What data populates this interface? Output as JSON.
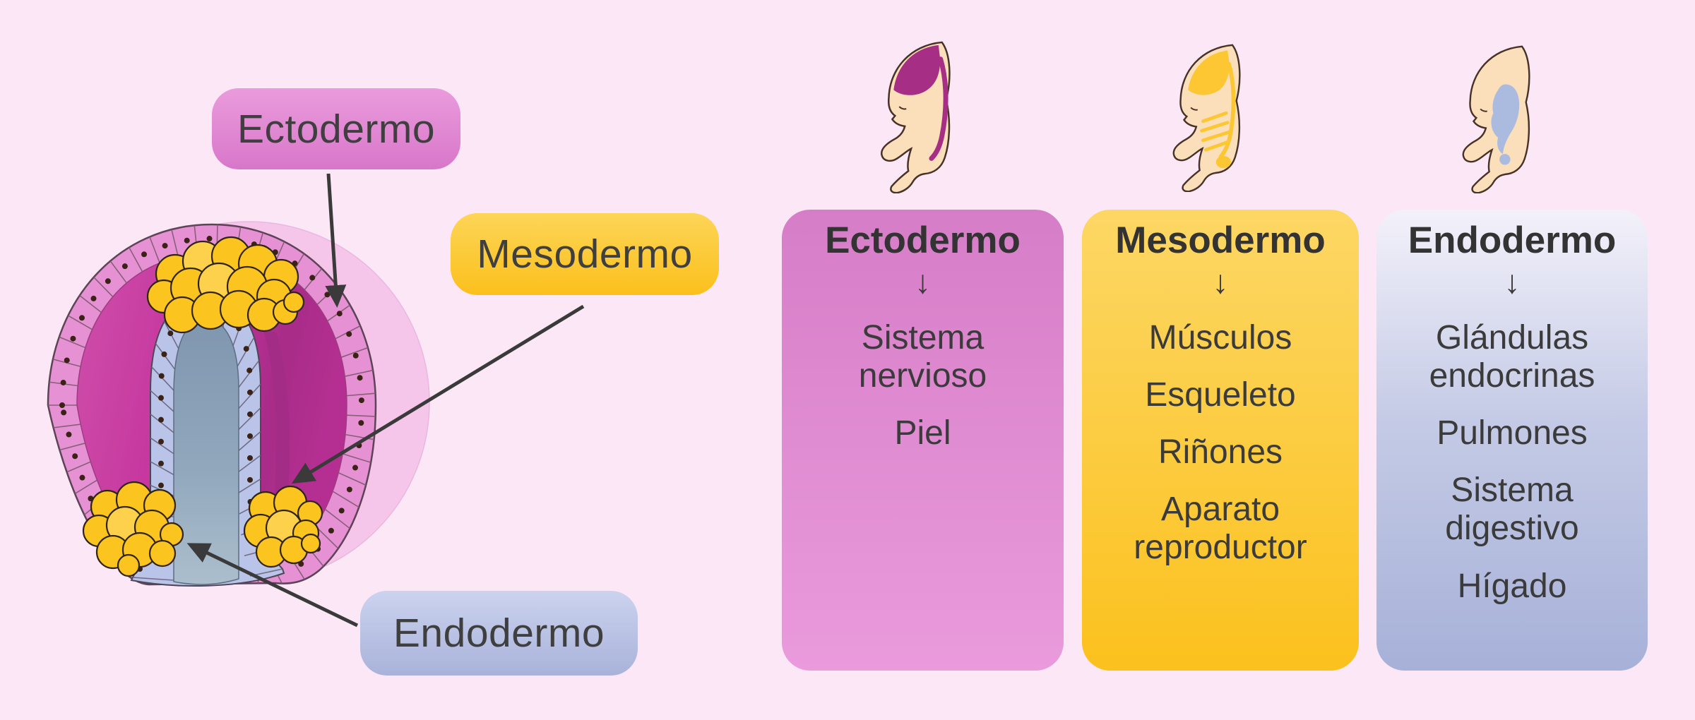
{
  "figure": {
    "background_color": "#fce7f6",
    "text_color": "#3b3b3b",
    "diagram": {
      "description_icon": "gastrula-cross-section",
      "label_chips": [
        {
          "id": "ectodermo",
          "label": "Ectodermo",
          "color": "#de85d0"
        },
        {
          "id": "mesodermo",
          "label": "Mesodermo",
          "color": "#fcc92f"
        },
        {
          "id": "endodermo",
          "label": "Endodermo",
          "color": "#b4bde2"
        }
      ],
      "layer_colors": {
        "outer_membrane": "#f1a9e0",
        "ectoderm_ring": "#e691d3",
        "blastocoel": "#c4339c",
        "mesoderm_cells": "#fcc41e",
        "endoderm_cells": "#bac4e8",
        "archenteron": "#8fa7bd",
        "nuclei": "#3a2215"
      }
    },
    "columns": [
      {
        "title": "Ectodermo",
        "arrow": "↓",
        "items": [
          "Sistema nervioso",
          "Piel"
        ],
        "card_color_top": "#d67dc8",
        "card_color_bottom": "#ea9bdc",
        "icon": "embryo-ectoderm-icon",
        "organ_color": "#a62e85"
      },
      {
        "title": "Mesodermo",
        "arrow": "↓",
        "items": [
          "Músculos",
          "Esqueleto",
          "Riñones",
          "Aparato reproductor"
        ],
        "card_color_top": "#fdd765",
        "card_color_bottom": "#fbc11d",
        "icon": "embryo-mesoderm-icon",
        "organ_color": "#fcc733"
      },
      {
        "title": "Endodermo",
        "arrow": "↓",
        "items": [
          "Glándulas endocrinas",
          "Pulmones",
          "Sistema digestivo",
          "Hígado"
        ],
        "card_color_top": "#f3f1fa",
        "card_color_bottom": "#a7b1d8",
        "icon": "embryo-endoderm-icon",
        "organ_color": "#aabbdf"
      }
    ]
  }
}
